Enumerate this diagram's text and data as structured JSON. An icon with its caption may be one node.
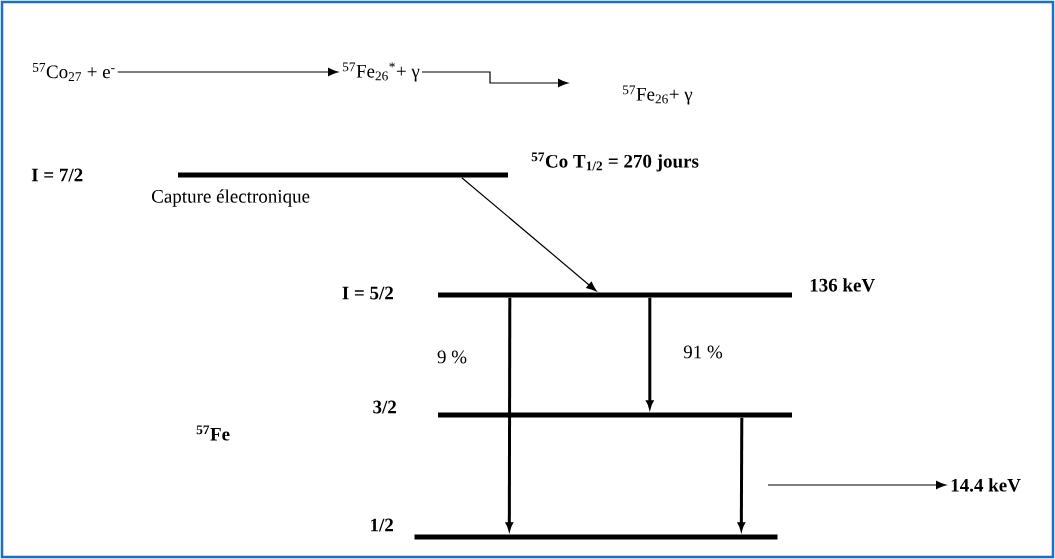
{
  "diagram": {
    "nodes": [
      {
        "text": [
          "$^{57}$Co$_{27}$ + e$^{-}$"
        ]
      },
      {
        "text": [
          "$^{57}$Fe$_{26}$$^{*}$+ γ"
        ]
      },
      {
        "text": [
          "$^{57}$Fe$_{26}$+ γ"
        ]
      },
      {
        "text": [],
        "shape": "bar",
        "beside": [
          "I = 7/2",
          "Capture électronique",
          "$^{57}$Co  T$_{1/2}$ = 270 jours"
        ]
      },
      {
        "text": [],
        "shape": "bar",
        "beside": [
          "I = 5/2",
          "136 keV"
        ]
      },
      {
        "text": [],
        "shape": "bar",
        "beside": [
          "3/2"
        ]
      },
      {
        "text": [],
        "shape": "bar",
        "beside": [
          "1/2"
        ]
      },
      {
        "text": [
          "14.4 keV"
        ]
      }
    ],
    "edges": [
      {
        "from": 0,
        "to": 1,
        "arrow": "to"
      },
      {
        "from": 1,
        "to": 2,
        "arrow": "to"
      },
      {
        "from": 3,
        "to": 4,
        "arrow": "to"
      },
      {
        "from": 4,
        "to": 6,
        "arrow": "to",
        "label": "9 %",
        "style": "thick"
      },
      {
        "from": 4,
        "to": 5,
        "arrow": "to",
        "label": "91 %",
        "style": "thick"
      },
      {
        "from": 5,
        "to": 6,
        "arrow": "to",
        "style": "thick"
      },
      {
        "from": null,
        "to": 7,
        "arrow": "to"
      }
    ],
    "labels": [
      "$^{57}$Fe"
    ]
  }
}
